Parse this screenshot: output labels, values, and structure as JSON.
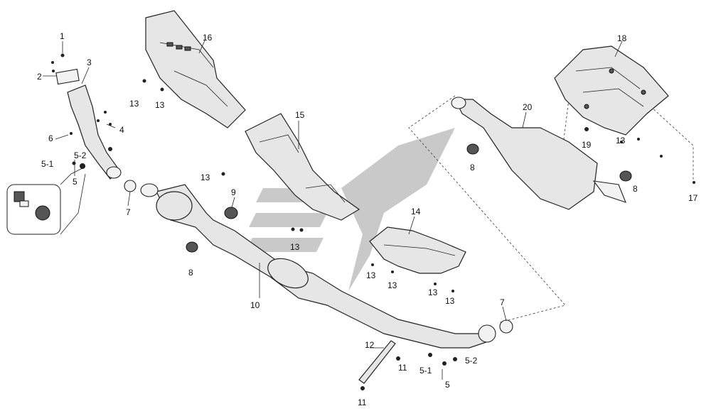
{
  "labels": {
    "l1": "1",
    "l2": "2",
    "l3": "3",
    "l4": "4",
    "l5a": "5",
    "l5b": "5",
    "l5_1a": "5-1",
    "l5_2a": "5-2",
    "l5_1b": "5-1",
    "l5_2b": "5-2",
    "l6": "6",
    "l7a": "7",
    "l7b": "7",
    "l8a": "8",
    "l8b": "8",
    "l8c": "8",
    "l9": "9",
    "l10": "10",
    "l11a": "11",
    "l11b": "11",
    "l12": "12",
    "l13a": "13",
    "l13b": "13",
    "l13c": "13",
    "l13d": "13",
    "l13e": "13",
    "l13f": "13",
    "l13g": "13",
    "l13h": "13",
    "l13i": "13",
    "l14": "14",
    "l15": "15",
    "l16": "16",
    "l17": "17",
    "l18": "18",
    "l19": "19",
    "l20": "20"
  },
  "colors": {
    "watermark": "#c9c9c9",
    "parts": "#e6e6e6",
    "ink": "#222222"
  },
  "icons": {
    "watermark": "brand-logo-watermark",
    "detail_inset": "bolt-nut-detail-icon"
  }
}
